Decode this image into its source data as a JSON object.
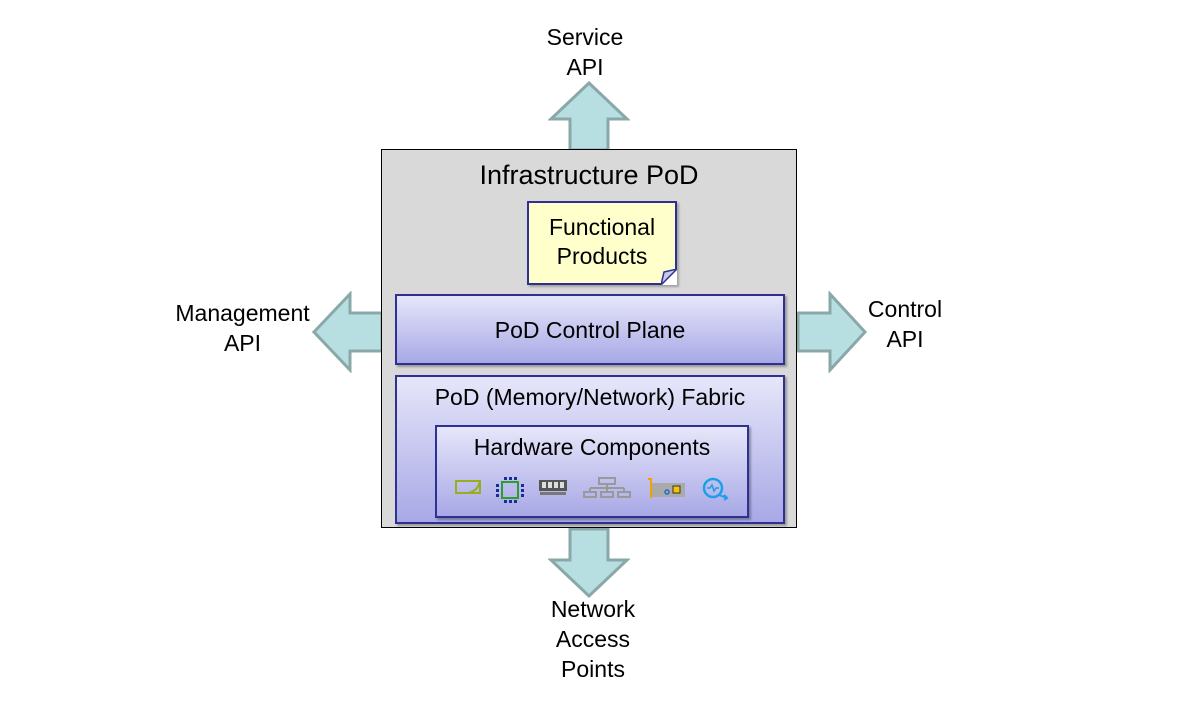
{
  "diagram": {
    "title": "Infrastructure PoD",
    "functional_products": [
      "Functional",
      "Products"
    ],
    "control_plane": "PoD Control Plane",
    "fabric": "PoD (Memory/Network) Fabric",
    "hardware": "Hardware Components",
    "hardware_icons": [
      "storage-icon",
      "cpu-icon",
      "memory-icon",
      "network-icon",
      "nic-card-icon",
      "accelerator-icon"
    ],
    "apis": {
      "top": [
        "Service",
        "API"
      ],
      "left": [
        "Management",
        "API"
      ],
      "right": [
        "Control",
        "API"
      ],
      "bottom": [
        "Network",
        "Access",
        "Points"
      ]
    },
    "colors": {
      "arrow_fill": "#b7dfe2",
      "arrow_stroke": "#8aa8a8",
      "pod_bg": "#d9d9d9",
      "note_bg": "#ffffcc",
      "panel_border": "#2e3192"
    }
  }
}
